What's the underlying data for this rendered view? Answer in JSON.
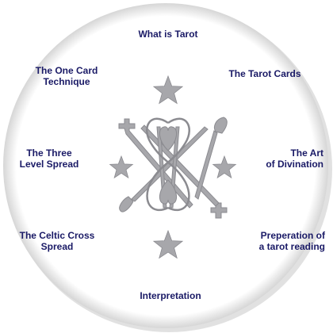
{
  "colors": {
    "link_text": "#1a1a66",
    "disc_fill": "#ffffff",
    "disc_shadow": "#c9c9c9",
    "emblem": "#a7a7ab",
    "emblem_outline": "#8b8b90"
  },
  "menu": {
    "what_is_tarot": {
      "lines": [
        "What is Tarot"
      ]
    },
    "tarot_cards": {
      "lines": [
        "The Tarot Cards"
      ]
    },
    "art_of_divination": {
      "lines": [
        "The Art",
        "of Divination"
      ]
    },
    "preparation": {
      "lines": [
        "Preperation  of",
        "a tarot reading"
      ]
    },
    "interpretation": {
      "lines": [
        "Interpretation"
      ]
    },
    "celtic_cross": {
      "lines": [
        "The Celtic Cross",
        "Spread"
      ]
    },
    "three_level": {
      "lines": [
        "The Three",
        "Level Spread"
      ]
    },
    "one_card": {
      "lines": [
        "The One Card",
        "Technique"
      ]
    }
  },
  "emblem": {
    "stars": [
      "star-icon",
      "star-icon",
      "star-icon",
      "star-icon"
    ],
    "central": "hearts-and-crossed-wands-icon"
  }
}
